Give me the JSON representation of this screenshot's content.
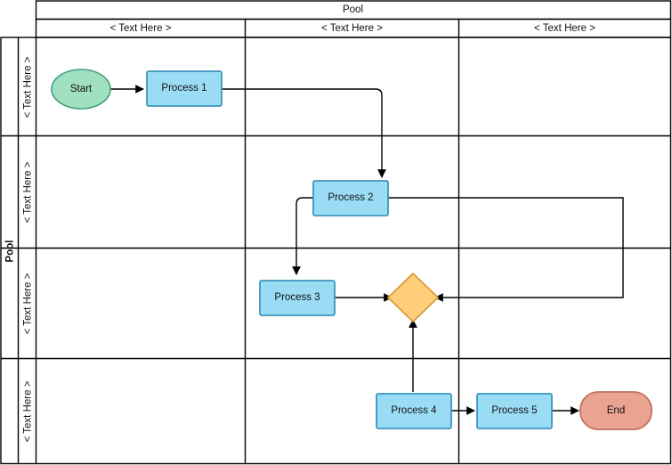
{
  "diagram": {
    "type": "bpmn-swimlane-flowchart",
    "pool": {
      "header_label": "Pool",
      "vertical_label": "Pool"
    },
    "columns": [
      {
        "label": "< Text Here >"
      },
      {
        "label": "< Text Here >"
      },
      {
        "label": "< Text Here >"
      }
    ],
    "lanes": [
      {
        "label": "< Text Here >"
      },
      {
        "label": "< Text Here >"
      },
      {
        "label": "< Text Here >"
      },
      {
        "label": "< Text Here >"
      }
    ],
    "nodes": [
      {
        "id": "start",
        "label": "Start",
        "shape": "ellipse",
        "fill": "#9ee0c0",
        "stroke": "#43a07e"
      },
      {
        "id": "process1",
        "label": "Process 1",
        "shape": "rect",
        "fill": "#9bdcf5",
        "stroke": "#3d95bd"
      },
      {
        "id": "process2",
        "label": "Process 2",
        "shape": "rect",
        "fill": "#9bdcf5",
        "stroke": "#3d95bd"
      },
      {
        "id": "process3",
        "label": "Process 3",
        "shape": "rect",
        "fill": "#9bdcf5",
        "stroke": "#3d95bd"
      },
      {
        "id": "gateway",
        "label": "",
        "shape": "diamond",
        "fill": "#ffce7a",
        "stroke": "#d79b37"
      },
      {
        "id": "process4",
        "label": "Process 4",
        "shape": "rect",
        "fill": "#9bdcf5",
        "stroke": "#3d95bd"
      },
      {
        "id": "process5",
        "label": "Process 5",
        "shape": "rect",
        "fill": "#9bdcf5",
        "stroke": "#3d95bd"
      },
      {
        "id": "end",
        "label": "End",
        "shape": "rounded",
        "fill": "#eaa391",
        "stroke": "#c2705c"
      }
    ],
    "edges": [
      {
        "from": "start",
        "to": "process1"
      },
      {
        "from": "process1",
        "to": "process2"
      },
      {
        "from": "process2",
        "to": "process3"
      },
      {
        "from": "process2",
        "to": "gateway"
      },
      {
        "from": "process3",
        "to": "gateway"
      },
      {
        "from": "process4",
        "to": "gateway"
      },
      {
        "from": "process4",
        "to": "process5"
      },
      {
        "from": "process5",
        "to": "end"
      }
    ],
    "colors": {
      "line": "#000000",
      "background": "#ffffff"
    }
  }
}
